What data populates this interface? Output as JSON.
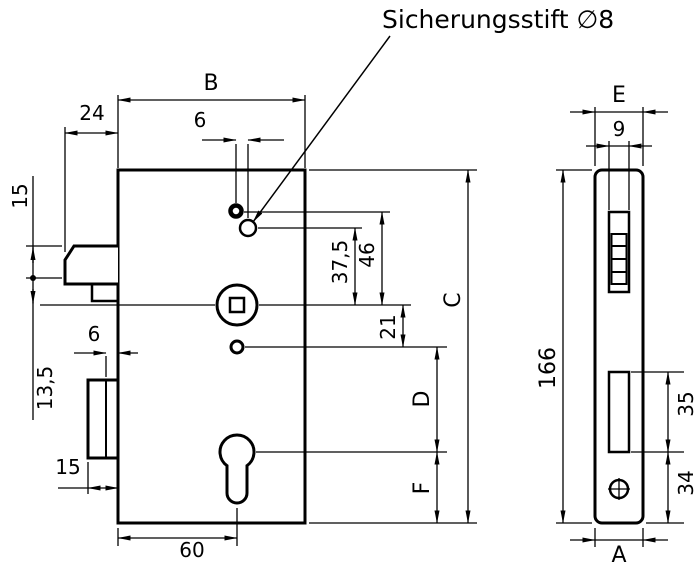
{
  "title": {
    "label": "Sicherungsstift ∅8"
  },
  "front_view": {
    "dims": {
      "b": "B",
      "d24": "24",
      "d6_top": "6",
      "d15_top": "15",
      "d13_5": "13,5",
      "d6_bolt": "6",
      "d15_bottom": "15",
      "d60": "60",
      "d37_5": "37,5",
      "d46": "46",
      "d21": "21",
      "c": "C",
      "d": "D",
      "f": "F"
    }
  },
  "side_view": {
    "dims": {
      "e": "E",
      "d9": "9",
      "d166": "166",
      "d35": "35",
      "d34": "34",
      "a": "A"
    }
  },
  "colors": {
    "line": "#000000",
    "background": "#ffffff"
  }
}
